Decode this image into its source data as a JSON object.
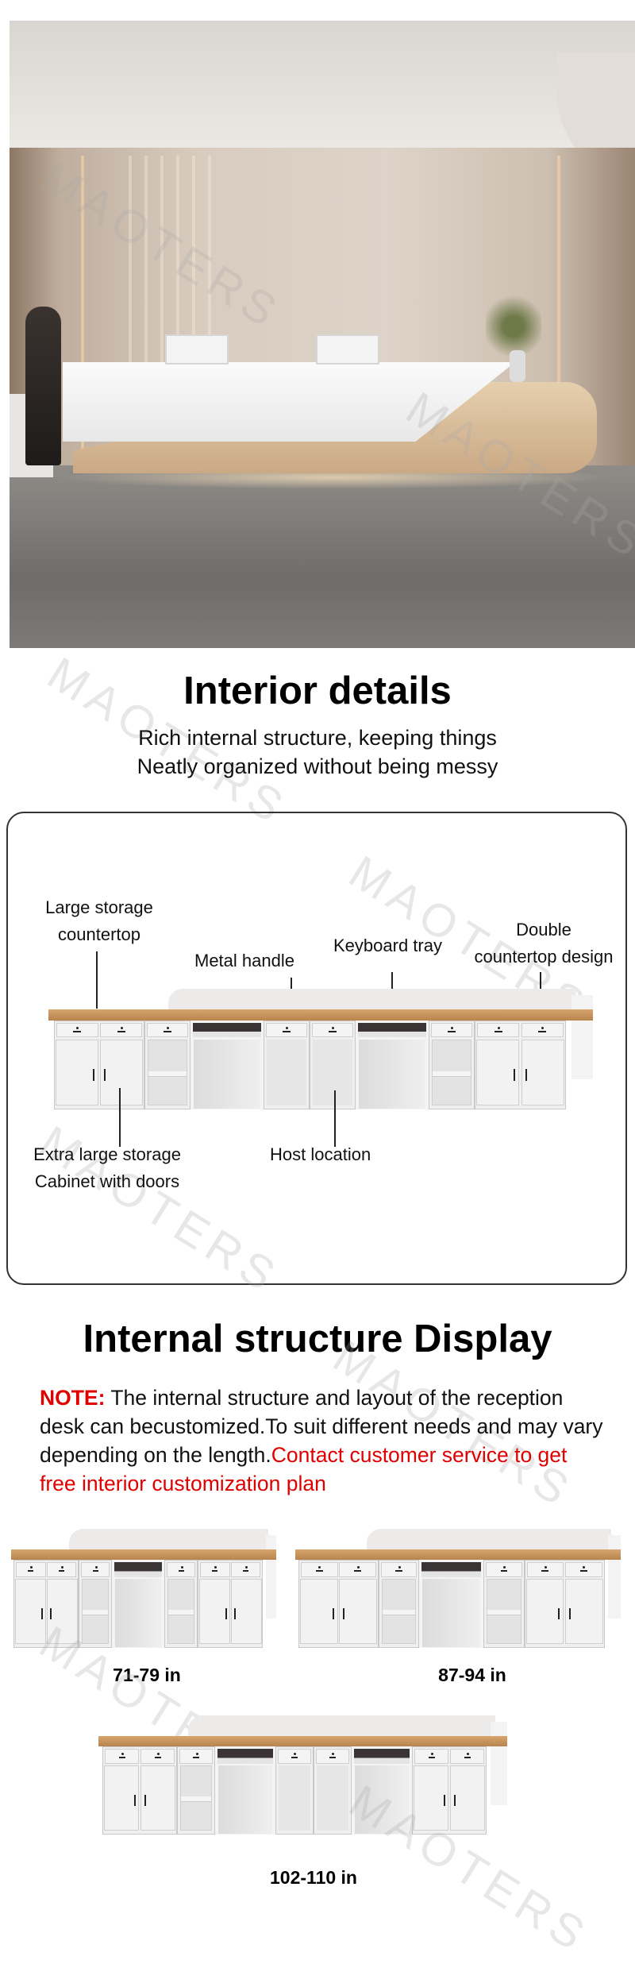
{
  "watermark": "MAOTERS",
  "section1": {
    "title": "Interior details",
    "subtitle_lines": [
      "Rich internal structure, keeping things",
      "Neatly organized without being messy"
    ]
  },
  "diagram": {
    "labels": {
      "large_storage": [
        "Large storage",
        "countertop"
      ],
      "metal_handle": "Metal handle",
      "keyboard_tray": "Keyboard tray",
      "double_countertop": [
        "Double",
        "countertop design"
      ],
      "extra_storage": [
        "Extra large storage",
        "Cabinet with doors"
      ],
      "host_location": "Host location"
    }
  },
  "section2": {
    "title": "Internal structure Display",
    "note_label": "NOTE:",
    "note_text": " The internal structure and layout of the reception desk can becustomized.To suit different needs and may vary depending on the length.",
    "note_contact": "Contact customer service to get free interior customization plan",
    "sizes": [
      "71-79 in",
      "87-94 in",
      "102-110 in"
    ]
  },
  "colors": {
    "accent_red": "#e00000",
    "wood": "#c8955c"
  }
}
